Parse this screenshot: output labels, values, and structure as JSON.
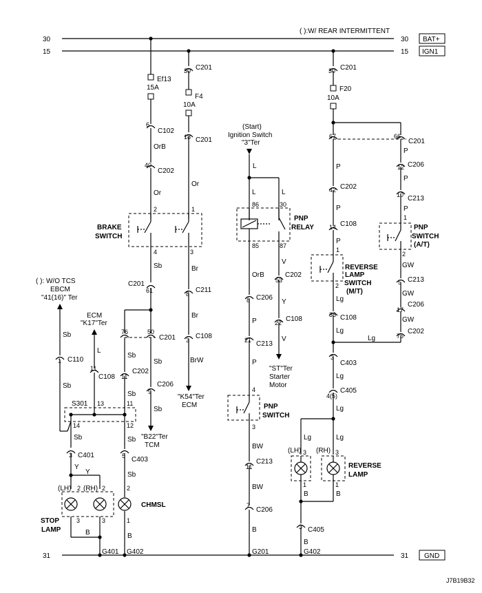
{
  "diagram_code": "J7B19B32",
  "rails": {
    "bat": {
      "num": "30",
      "tag": "BAT+"
    },
    "ign": {
      "num": "15",
      "tag": "IGN1"
    },
    "gnd": {
      "num": "31",
      "tag": "GND"
    },
    "note": "( ):W/ REAR INTERMITTENT"
  },
  "fuses": {
    "ef13": {
      "name": "Ef13",
      "rating": "15A"
    },
    "f4": {
      "name": "F4",
      "rating": "10A"
    },
    "f20": {
      "name": "F20",
      "rating": "10A"
    }
  },
  "components": {
    "brake_switch": [
      "BRAKE",
      "SWITCH"
    ],
    "pnp_relay": [
      "PNP",
      "RELAY"
    ],
    "pnp_switch_mid": [
      "PNP",
      "SWITCH"
    ],
    "pnp_switch_at": [
      "PNP",
      "SWITCH",
      "(A/T)"
    ],
    "reverse_lamp_switch": [
      "REVERSE",
      "LAMP",
      "SWITCH",
      "(M/T)"
    ],
    "stop_lamp": [
      "STOP",
      "LAMP"
    ],
    "chmsl": "CHMSL",
    "reverse_lamp": [
      "REVERSE",
      "LAMP"
    ],
    "lh": "(LH)",
    "rh": "(RH)",
    "splice": "S301"
  },
  "refs": {
    "ebcm": [
      "( ): W/O TCS",
      "EBCM",
      "\"41(16)\" Ter"
    ],
    "ecm": [
      "ECM",
      "\"K17\"Ter"
    ],
    "ign_switch": [
      "(Start)",
      "Ignition Switch",
      "\"3\"Ter"
    ],
    "k54": [
      "\"K54\"Ter",
      "ECM"
    ],
    "b22": [
      "\"B22\"Ter",
      "TCM"
    ],
    "starter": [
      "\"ST\"Ter",
      "Starter",
      "Motor"
    ]
  },
  "connectors": {
    "c201": "C201",
    "c102": "C102",
    "c202": "C202",
    "c211": "C211",
    "c108": "C108",
    "c110": "C110",
    "c206": "C206",
    "c401": "C401",
    "c403": "C403",
    "c213": "C213",
    "c405": "C405",
    "g401": "G401",
    "g402": "G402",
    "g201": "G201"
  },
  "wires": {
    "orb": "OrB",
    "or": "Or",
    "sb": "Sb",
    "br": "Br",
    "brw": "BrW",
    "y": "Y",
    "b": "B",
    "l": "L",
    "v": "V",
    "p": "P",
    "bw": "BW",
    "gw": "GW",
    "lg": "Lg"
  },
  "pins": {
    "p1": "1",
    "p2": "2",
    "p3": "3",
    "p4": "4",
    "p5": "5",
    "p6": "6",
    "p7": "7",
    "p8": "8",
    "p9": "9",
    "p10": "10",
    "p11": "11",
    "p12": "12",
    "p13": "13",
    "p14": "14",
    "p17": "17",
    "p18": "18",
    "p21": "21",
    "p22": "22",
    "p30": "30",
    "p36": "36",
    "p40": "40",
    "p42": "42",
    "p50": "50",
    "p53": "53",
    "p61": "61",
    "p66": "66",
    "p67": "67",
    "p75": "75",
    "p76": "76",
    "p85": "85",
    "p86": "86",
    "p87": "87",
    "p4_5": "4(5)"
  }
}
